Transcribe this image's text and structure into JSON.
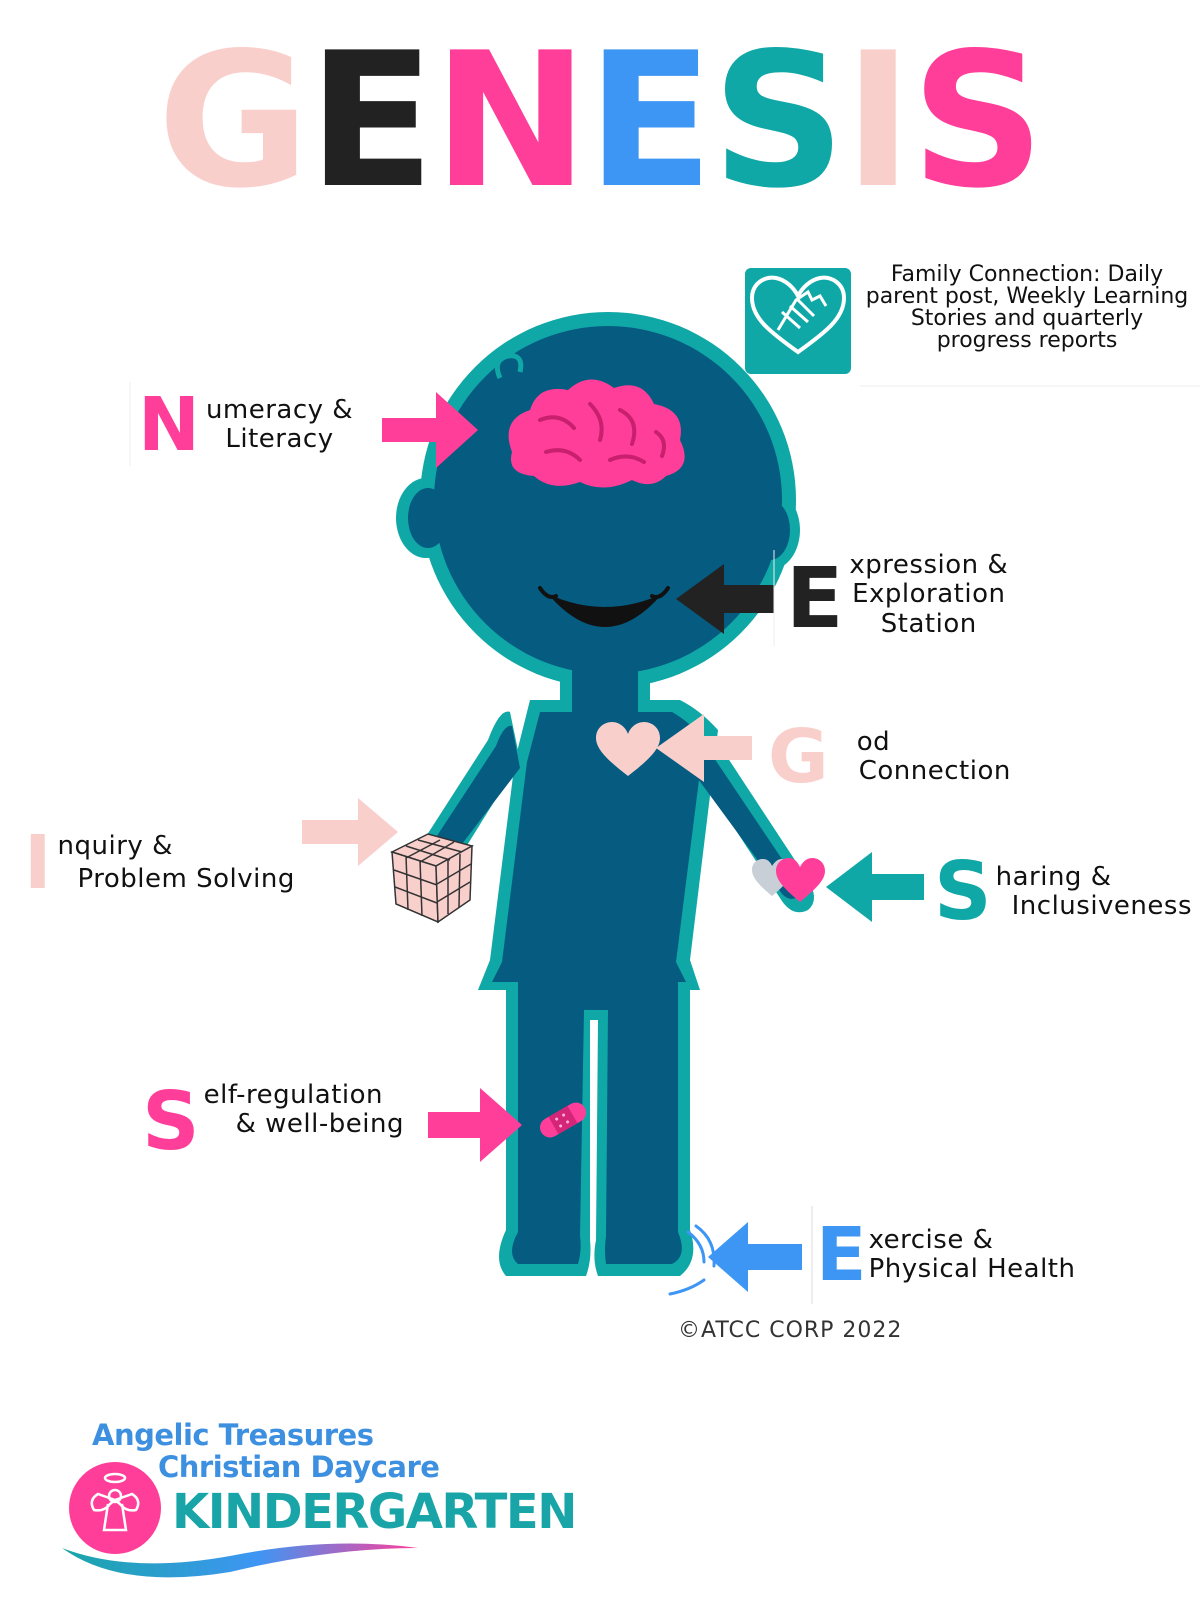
{
  "title_letters": [
    {
      "char": "G",
      "color": "#f9cfcc"
    },
    {
      "char": "E",
      "color": "#222222"
    },
    {
      "char": "N",
      "color": "#ff3e9a"
    },
    {
      "char": "E",
      "color": "#3e96f4"
    },
    {
      "char": "S",
      "color": "#10a8a6"
    },
    {
      "char": "I",
      "color": "#f9cfcc"
    },
    {
      "char": "S",
      "color": "#ff3e9a"
    }
  ],
  "family": {
    "text": "Family Connection: Daily parent post, Weekly Learning Stories and quarterly progress reports",
    "icon": "heart-hands-icon",
    "color": "#10a8a6"
  },
  "labels": {
    "numeracy": {
      "letter": "N",
      "line1": "umeracy &",
      "line2": "Literacy",
      "color": "#ff3e9a"
    },
    "expression": {
      "letter": "E",
      "line1": "xpression &",
      "line2": "Exploration",
      "line3": "Station",
      "color": "#222222"
    },
    "god": {
      "letter": "G",
      "line1": "od",
      "line2": "Connection",
      "color": "#f9cfcc"
    },
    "inquiry": {
      "letter": "I",
      "line1": "nquiry &",
      "line2": "Problem Solving",
      "color": "#f9cfcc"
    },
    "sharing": {
      "letter": "S",
      "line1": "haring &",
      "line2": "Inclusiveness",
      "color": "#10a8a6"
    },
    "selfreg": {
      "letter": "S",
      "line1": "elf-regulation",
      "line2": "& well-being",
      "color": "#ff3e9a"
    },
    "exercise": {
      "letter": "E",
      "line1": "xercise &",
      "line2": "Physical Health",
      "color": "#3e96f4"
    }
  },
  "copyright": "©ATCC CORP 2022",
  "logo": {
    "line1": "Angelic Treasures",
    "line2": "Christian Daycare",
    "line3": "KINDERGARTEN"
  },
  "colors": {
    "body_fill": "#055b80",
    "body_outline": "#10a8a6",
    "pink": "#ff3e9a",
    "light_pink": "#f9cfcc",
    "blue": "#3e96f4",
    "dark": "#222222"
  }
}
